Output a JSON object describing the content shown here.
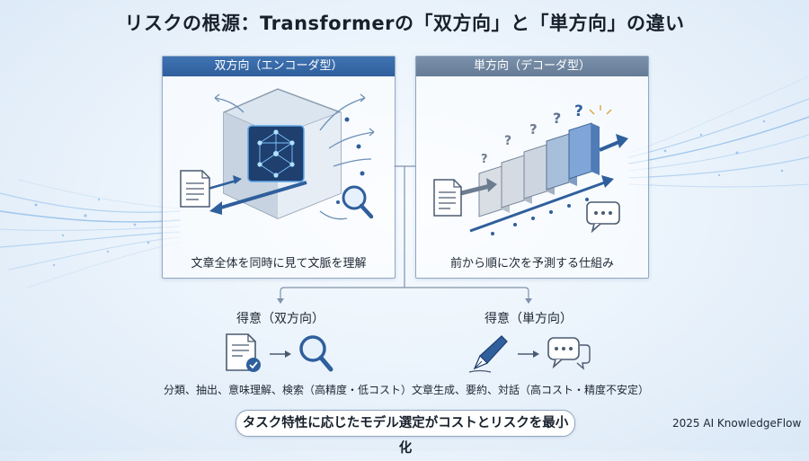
{
  "title": "リスクの根源：Transformerの「双方向」と「単方向」の違い",
  "left_panel": {
    "header": "双方向（エンコーダ型）",
    "caption": "文章全体を同時に見て文脈を理解"
  },
  "right_panel": {
    "header": "単方向（デコーダ型）",
    "caption": "前から順に次を予測する仕組み"
  },
  "left_strength": {
    "heading": "得意（双方向）",
    "description": "分類、抽出、意味理解、検索（高精度・低コスト）"
  },
  "right_strength": {
    "heading": "得意（単方向）",
    "description": "文章生成、要約、対話（高コスト・精度不安定）"
  },
  "footer": "タスク特性に応じたモデル選定がコストとリスクを最小化",
  "credit": "2025 AI KnowledgeFlow",
  "colors": {
    "accent_blue": "#2f5f9c",
    "slate_header": "#667c96",
    "connector": "#7f93ab"
  }
}
